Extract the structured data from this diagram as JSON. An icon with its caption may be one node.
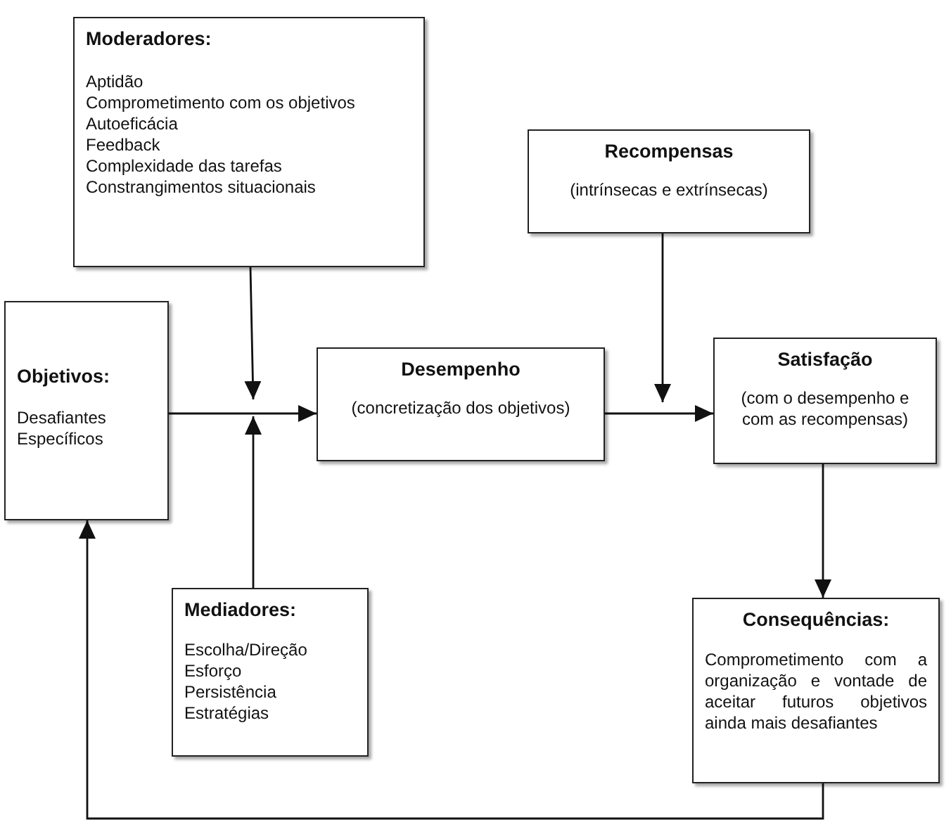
{
  "diagram": {
    "nodes": [
      {
        "text": [
          "Moderadores:",
          "Aptidão",
          "Comprometimento com os objetivos",
          "Autoeficácia",
          "Feedback",
          "Complexidade das tarefas",
          "Constrangimentos situacionais"
        ]
      },
      {
        "text": [
          "Recompensas",
          "(intrínsecas e extrínsecas)"
        ]
      },
      {
        "text": [
          "Objetivos:",
          "Desafiantes",
          "Específicos"
        ]
      },
      {
        "text": [
          "Desempenho",
          "(concretização dos objetivos)"
        ]
      },
      {
        "text": [
          "Satisfação",
          "(com o desempenho e com as recompensas)"
        ]
      },
      {
        "text": [
          "Mediadores:",
          "Escolha/Direção",
          "Esforço",
          "Persistência",
          "Estratégias"
        ]
      },
      {
        "text": [
          "Consequências:",
          "Comprometimento com a organização e vontade de aceitar futuros objetivos ainda mais desafiantes"
        ]
      }
    ],
    "edges": [
      {
        "from": 0,
        "to": null,
        "arrow": "to"
      },
      {
        "from": 5,
        "to": null,
        "arrow": "to"
      },
      {
        "from": 2,
        "to": 3,
        "arrow": "to"
      },
      {
        "from": 1,
        "to": null,
        "arrow": "to"
      },
      {
        "from": 3,
        "to": 4,
        "arrow": "to"
      },
      {
        "from": 4,
        "to": 6,
        "arrow": "to"
      },
      {
        "from": 6,
        "to": 2,
        "arrow": "to"
      }
    ]
  }
}
